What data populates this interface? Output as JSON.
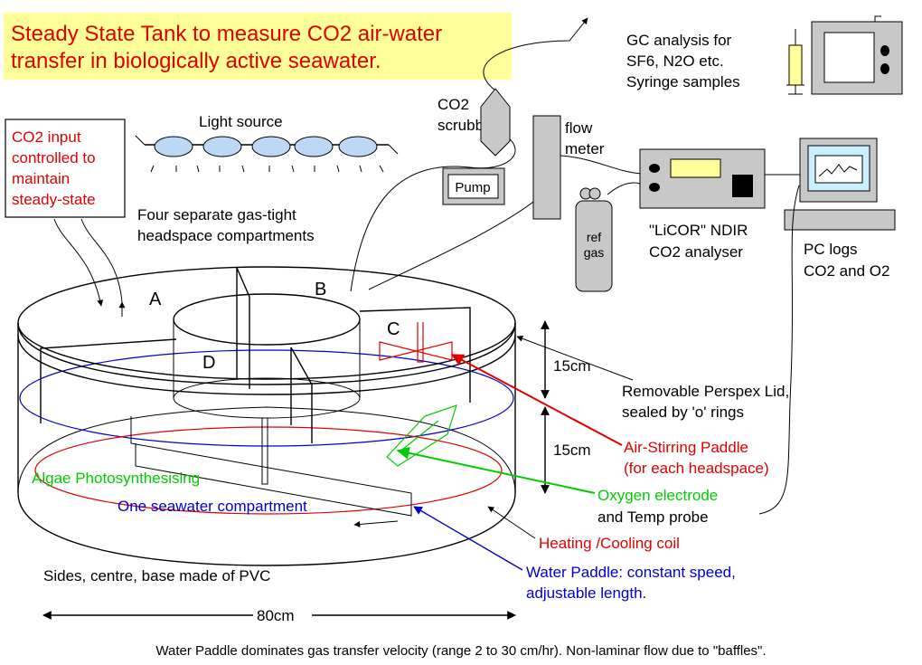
{
  "title": {
    "line1": "Steady State Tank to measure CO2 air-water",
    "line2": "transfer in biologically active seawater."
  },
  "co2_input": {
    "lines": [
      "CO2 input",
      "controlled to",
      "maintain",
      "steady-state"
    ]
  },
  "light_source": "Light source",
  "headspace_note": {
    "line1": "Four separate gas-tight",
    "line2": "headspace compartments"
  },
  "scrubber": {
    "line1": "CO2",
    "line2": "scrubber"
  },
  "pump": "Pump",
  "flow_meter": {
    "line1": "flow",
    "line2": "meter"
  },
  "ref_gas": {
    "line1": "ref",
    "line2": "gas"
  },
  "licor": {
    "line1": "\"LiCOR\" NDIR",
    "line2": "CO2 analyser"
  },
  "gc": {
    "line1": "GC analysis for",
    "line2": "SF6, N2O etc.",
    "line3": "Syringe samples"
  },
  "pc": {
    "line1": "PC logs",
    "line2": "CO2 and O2"
  },
  "compartments": {
    "a": "A",
    "b": "B",
    "c": "C",
    "d": "D"
  },
  "dimensions": {
    "upper": "15cm",
    "lower": "15cm",
    "width": "80cm"
  },
  "lid": {
    "line1": "Removable Perspex Lid,",
    "line2": "sealed by 'o' rings"
  },
  "air_paddle": {
    "line1": "Air-Stirring Paddle",
    "line2": "(for each headspace)"
  },
  "oxygen": {
    "line1": "Oxygen electrode",
    "line2": "and Temp probe"
  },
  "algae": "Algae Photosynthesising",
  "seawater": "One seawater compartment",
  "coil": "Heating /Cooling coil",
  "water_paddle": {
    "line1": "Water Paddle: constant speed,",
    "line2": "adjustable length."
  },
  "sides": "Sides, centre, base made of PVC",
  "caption": "Water Paddle dominates gas transfer velocity (range 2 to 30 cm/hr). Non-laminar flow due to \"baffles\".",
  "colors": {
    "title_bg": "#ffff99",
    "red": "#e00000",
    "blue": "#0000cc",
    "green": "#00cc00",
    "device_grey": "#c8c8c8",
    "lamp_blue": "#bcd8f4",
    "screen_cyan": "#c8f0ff"
  }
}
